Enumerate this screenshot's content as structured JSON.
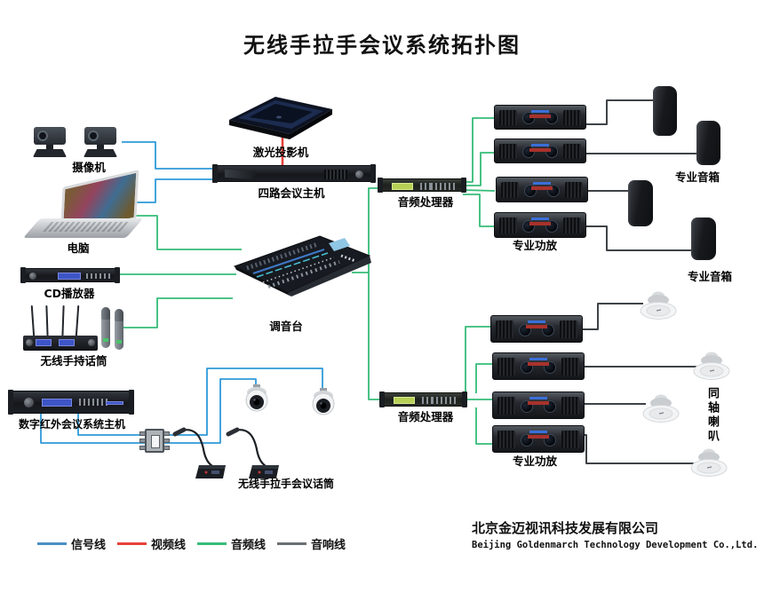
{
  "title": "无线手拉手会议系统拓扑图",
  "nodes": {
    "camera": "摄像机",
    "computer": "电脑",
    "cd_player": "CD播放器",
    "wireless_handheld_mic": "无线手持话筒",
    "digital_ir_conference_host": "数字红外会议系统主机",
    "laser_projector": "激光投影机",
    "four_channel_conference_host": "四路会议主机",
    "mixer": "调音台",
    "wireless_daisy_chain_conference_mic": "无线手拉手会议话筒",
    "audio_processor_top": "音频处理器",
    "audio_processor_bottom": "音频处理器",
    "pro_amplifier_top": "专业功放",
    "pro_amplifier_bottom": "专业功放",
    "pro_speaker_top": "专业音箱",
    "pro_speaker_bottom": "专业音箱",
    "coaxial_speaker": "同轴喇叭"
  },
  "legend": {
    "items": [
      {
        "label": "信号线",
        "color": "#4a90c2"
      },
      {
        "label": "视频线",
        "color": "#e6413a"
      },
      {
        "label": "音频线",
        "color": "#38bc7c"
      },
      {
        "label": "音响线",
        "color": "#6a6f74"
      }
    ]
  },
  "wire_colors": {
    "signal": "#2f9ad8",
    "video": "#e6413a",
    "audio": "#35bc78",
    "speaker": "#3f4347"
  },
  "footer": {
    "company_cn": "北京金迈视讯科技发展有限公司",
    "company_en": "Beijing Goldenmarch Technology Development Co.,Ltd."
  }
}
